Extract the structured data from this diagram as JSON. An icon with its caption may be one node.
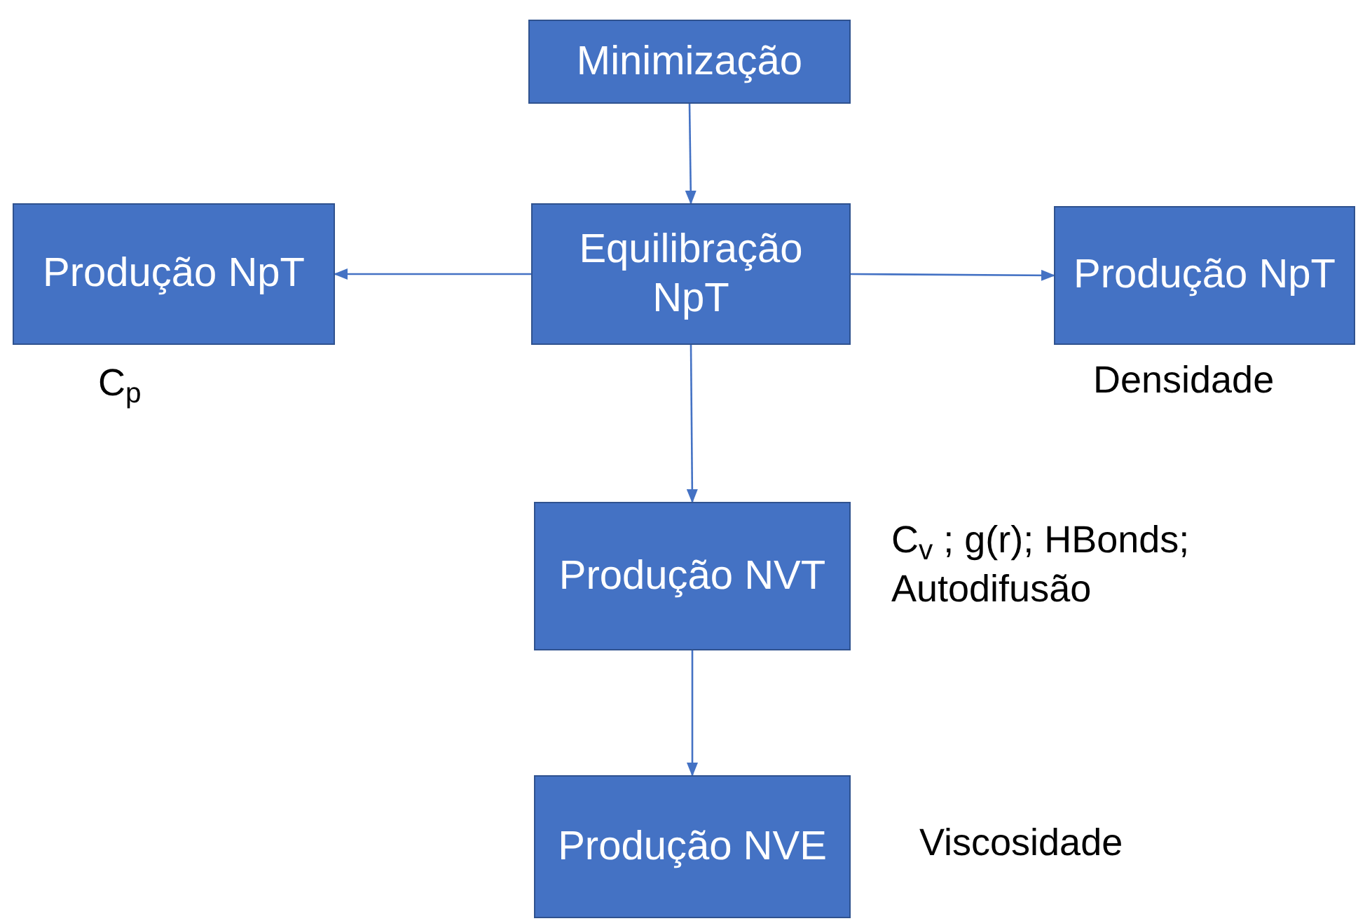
{
  "diagram": {
    "nodes": [
      {
        "text": [
          "Minimização"
        ]
      },
      {
        "text": [
          "Equilibração NpT"
        ]
      },
      {
        "text": [
          "Produção NpT"
        ],
        "beside": [
          "C$_{p}$"
        ]
      },
      {
        "text": [
          "Produção NpT"
        ],
        "beside": [
          "Densidade"
        ]
      },
      {
        "text": [
          "Produção NVT"
        ],
        "beside": [
          "C$_{v}$ ; g(r); HBonds; Autodifusão"
        ]
      },
      {
        "text": [
          "Produção NVE"
        ],
        "beside": [
          "Viscosidade"
        ]
      }
    ],
    "edges": [
      {
        "from": 0,
        "to": 1,
        "arrow": "to"
      },
      {
        "from": 1,
        "to": 2,
        "arrow": "to"
      },
      {
        "from": 1,
        "to": 3,
        "arrow": "to"
      },
      {
        "from": 1,
        "to": 4,
        "arrow": "to"
      },
      {
        "from": 4,
        "to": 5,
        "arrow": "to"
      }
    ]
  }
}
